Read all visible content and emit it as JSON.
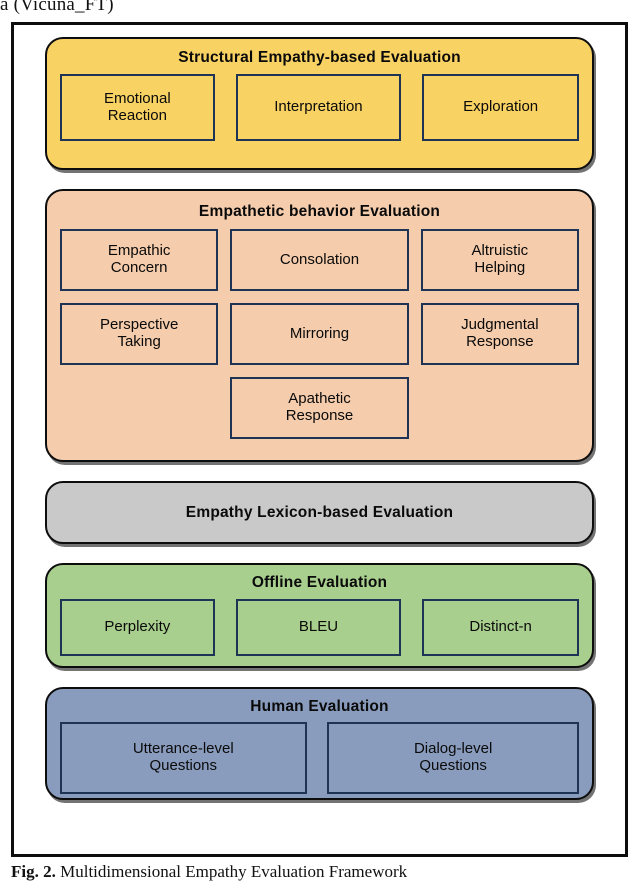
{
  "top_cropped_text": "a (Vicuna_FT)",
  "caption": {
    "label": "Fig. 2.",
    "text": " Multidimensional Empathy Evaluation Framework"
  },
  "colors": {
    "structural": "#F9D264",
    "behavior": "#F5CCAC",
    "lexicon": "#C9C9C9",
    "offline": "#A9CF8E",
    "human": "#8A9CBD",
    "box_border": "#1F3355",
    "group_border": "#0D0D0D"
  },
  "groups": [
    {
      "id": "structural",
      "title": "Structural Empathy-based Evaluation",
      "items": [
        "Emotional\nReaction",
        "Interpretation",
        "Exploration"
      ],
      "item0_line1": "Emotional",
      "item0_line2": "Reaction",
      "item1": "Interpretation",
      "item2": "Exploration"
    },
    {
      "id": "behavior",
      "title": "Empathetic behavior Evaluation",
      "row1": [
        {
          "line1": "Empathic",
          "line2": "Concern"
        },
        {
          "line1": "Consolation",
          "line2": ""
        },
        {
          "line1": "Altruistic",
          "line2": "Helping"
        }
      ],
      "row2": [
        {
          "line1": "Perspective",
          "line2": "Taking"
        },
        {
          "line1": "Mirroring",
          "line2": ""
        },
        {
          "line1": "Judgmental",
          "line2": "Response"
        }
      ],
      "row3": [
        {
          "line1": "Apathetic",
          "line2": "Response"
        }
      ]
    },
    {
      "id": "lexicon",
      "title": "Empathy Lexicon-based Evaluation",
      "items": []
    },
    {
      "id": "offline",
      "title": "Offline Evaluation",
      "item0": "Perplexity",
      "item1": "BLEU",
      "item2": "Distinct-n"
    },
    {
      "id": "human",
      "title": "Human Evaluation",
      "item0_line1": "Utterance-level",
      "item0_line2": "Questions",
      "item1_line1": "Dialog-level",
      "item1_line2": "Questions"
    }
  ]
}
